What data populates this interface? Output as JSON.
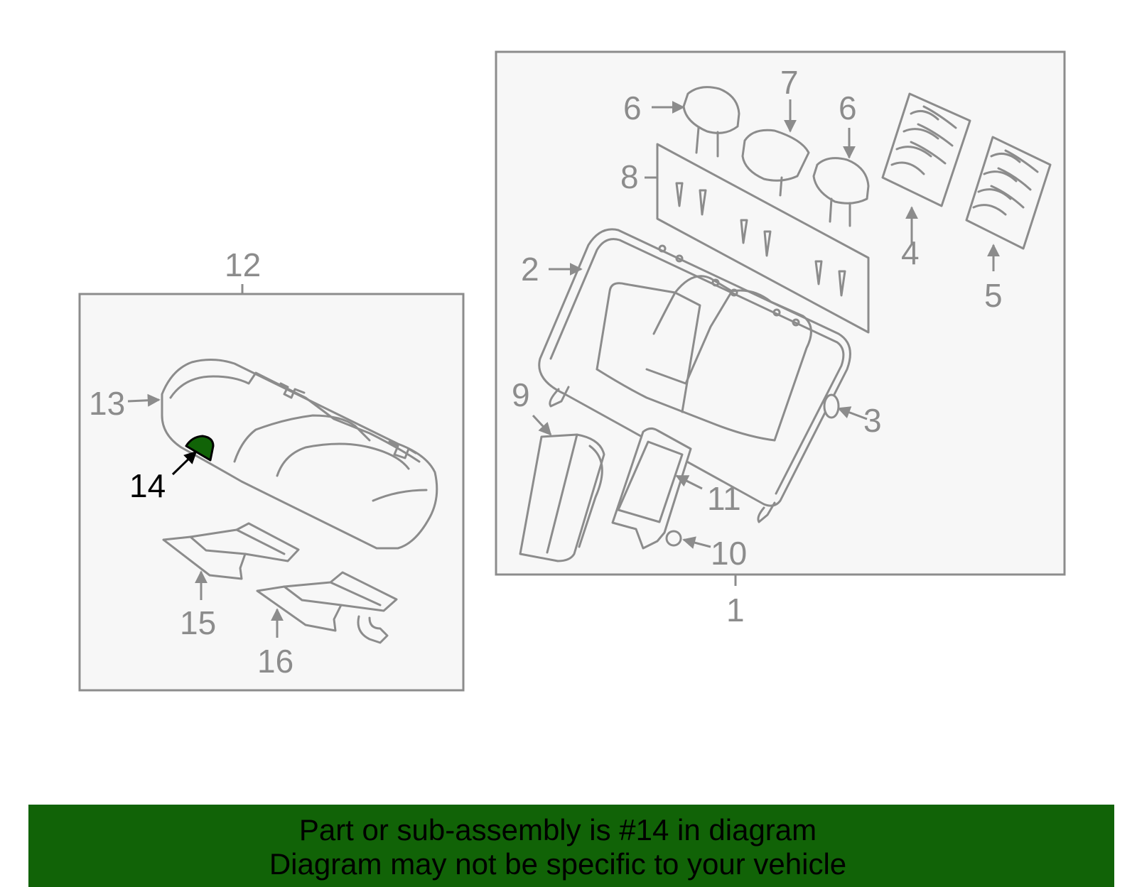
{
  "diagram": {
    "colors": {
      "line": "#8c8c8c",
      "panel": "#f7f7f7",
      "highlight": "#116307",
      "active_text": "#000000"
    },
    "highlighted_part": "14",
    "callouts": {
      "c1": "1",
      "c2": "2",
      "c3": "3",
      "c4": "4",
      "c5": "5",
      "c6a": "6",
      "c6b": "6",
      "c7": "7",
      "c8": "8",
      "c9": "9",
      "c10": "10",
      "c11": "11",
      "c12": "12",
      "c13": "13",
      "c14": "14",
      "c15": "15",
      "c16": "16"
    }
  },
  "banner": {
    "line1": "Part or sub-assembly is #14 in diagram",
    "line2": "Diagram may not be specific to your vehicle",
    "background": "#116307"
  }
}
